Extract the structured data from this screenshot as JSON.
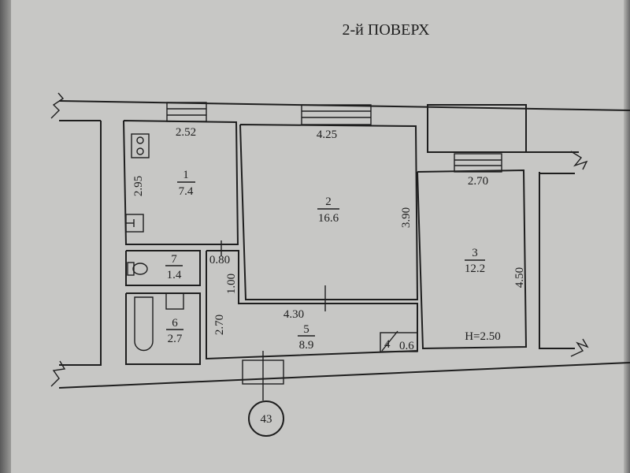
{
  "title": "2-й ПОВЕРХ",
  "rooms": [
    {
      "number": "1",
      "area": "7.4"
    },
    {
      "number": "2",
      "area": "16.6"
    },
    {
      "number": "3",
      "area": "12.2"
    },
    {
      "number": "4",
      "area": "0.6"
    },
    {
      "number": "5",
      "area": "8.9"
    },
    {
      "number": "6",
      "area": "2.7"
    },
    {
      "number": "7",
      "area": "1.4"
    }
  ],
  "dimensions": {
    "room1_width": "2.52",
    "room1_length": "2.95",
    "room2_width": "4.25",
    "room2_length": "3.90",
    "room3_width": "2.70",
    "room3_length": "4.50",
    "door_width": "0.80",
    "corridor_width": "1.00",
    "corridor_length": "4.30",
    "bath_length": "2.70",
    "ceiling_height": "H=2.50"
  },
  "axis_marker": "43",
  "icons": [
    "stove-icon",
    "sink-icon",
    "toilet-icon",
    "bathtub-icon"
  ]
}
